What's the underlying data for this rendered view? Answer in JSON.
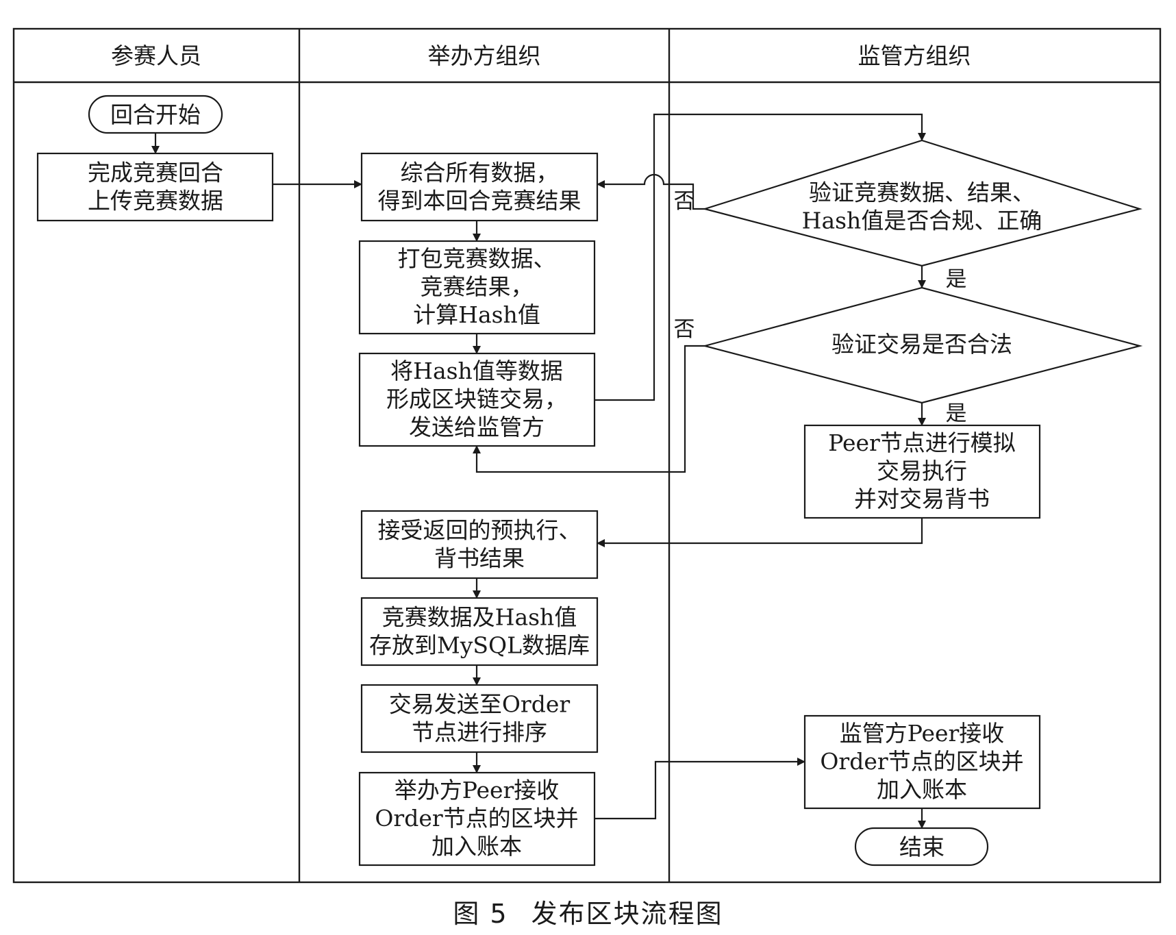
{
  "lanes": [
    "参赛人员",
    "举办方组织",
    "监管方组织"
  ],
  "nodes": {
    "start": [
      "回合开始"
    ],
    "complete_round": [
      "完成竞赛回合",
      "上传竞赛数据"
    ],
    "aggregate": [
      "综合所有数据，",
      "得到本回合竞赛结果"
    ],
    "package": [
      "打包竞赛数据、",
      "竞赛结果，",
      "计算Hash值"
    ],
    "form_tx": [
      "将Hash值等数据",
      "形成区块链交易，",
      "发送给监管方"
    ],
    "verify_data": [
      "验证竞赛数据、结果、",
      "Hash值是否合规、正确"
    ],
    "verify_tx": [
      "验证交易是否合法"
    ],
    "simulate": [
      "Peer节点进行模拟",
      "交易执行",
      "并对交易背书"
    ],
    "receive_endorse": [
      "接受返回的预执行、",
      "背书结果"
    ],
    "store_mysql": [
      "竞赛数据及Hash值",
      "存放到MySQL数据库"
    ],
    "send_order": [
      "交易发送至Order",
      "节点进行排序"
    ],
    "host_peer": [
      "举办方Peer接收",
      "Order节点的区块并",
      "加入账本"
    ],
    "reg_peer": [
      "监管方Peer接收",
      "Order节点的区块并",
      "加入账本"
    ],
    "end": [
      "结束"
    ]
  },
  "edge_labels": {
    "verify_data_no": "否",
    "verify_data_yes": "是",
    "verify_tx_no": "否",
    "verify_tx_yes": "是"
  },
  "caption": {
    "figure_number": "图 5",
    "title": "发布区块流程图"
  }
}
